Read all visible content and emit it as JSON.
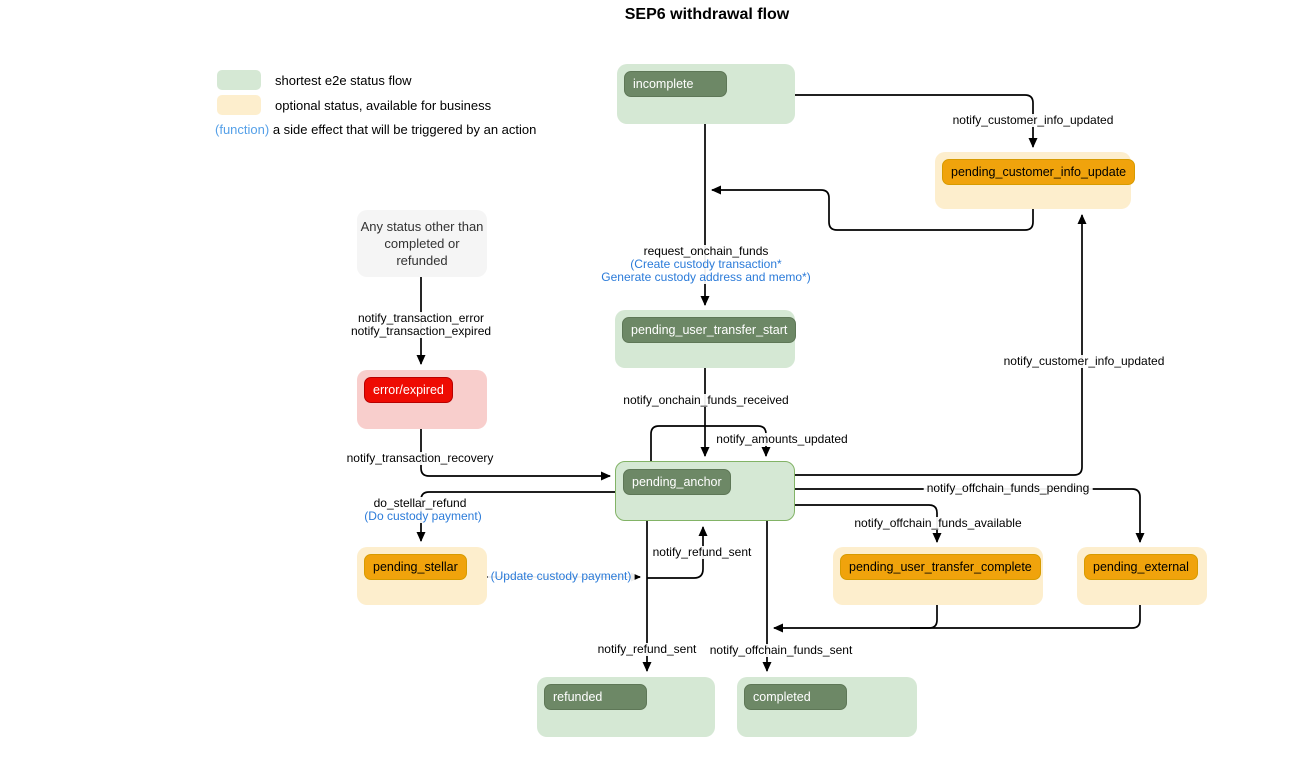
{
  "title": "SEP6 withdrawal flow",
  "legend": {
    "green_label": "shortest e2e status flow",
    "yellow_label": "optional status, available for business",
    "function_label": "(function)",
    "function_desc": " a side effect that will be triggered by an action"
  },
  "nodes": {
    "incomplete": {
      "label": "incomplete"
    },
    "pending_customer_info_update": {
      "label": "pending_customer_info_update"
    },
    "any_status": {
      "line1": "Any status other than",
      "line2": "completed or refunded"
    },
    "error_expired": {
      "label": "error/expired"
    },
    "pending_user_transfer_start": {
      "label": "pending_user_transfer_start"
    },
    "pending_anchor": {
      "label": "pending_anchor"
    },
    "pending_stellar": {
      "label": "pending_stellar"
    },
    "pending_user_transfer_complete": {
      "label": "pending_user_transfer_complete"
    },
    "pending_external": {
      "label": "pending_external"
    },
    "refunded": {
      "label": "refunded"
    },
    "completed": {
      "label": "completed"
    }
  },
  "edge_labels": {
    "notify_customer_info_updated_top": "notify_customer_info_updated",
    "request_onchain_funds": "request_onchain_funds",
    "create_custody_transaction": "(Create custody transaction*",
    "generate_custody_address": "Generate custody address and memo*)",
    "notify_transaction_error": "notify_transaction_error",
    "notify_transaction_expired": "notify_transaction_expired",
    "notify_onchain_funds_received": "notify_onchain_funds_received",
    "notify_amounts_updated": "notify_amounts_updated",
    "notify_customer_info_updated_right": "notify_customer_info_updated",
    "notify_transaction_recovery": "notify_transaction_recovery",
    "do_stellar_refund": "do_stellar_refund",
    "do_custody_payment": "(Do custody payment)",
    "update_custody_payment": "(Update custody payment)",
    "notify_refund_sent_mid": "notify_refund_sent",
    "notify_offchain_funds_pending": "notify_offchain_funds_pending",
    "notify_offchain_funds_available": "notify_offchain_funds_available",
    "notify_refund_sent_bottom": "notify_refund_sent",
    "notify_offchain_funds_sent": "notify_offchain_funds_sent"
  },
  "colors": {
    "green_outer": "#d5e8d4",
    "green_inner": "#6d8866",
    "green_border": "#82b366",
    "yellow_outer": "#fdeecd",
    "orange_inner": "#f0a30c",
    "orange_border": "#d79b00",
    "red_outer": "#f8cecc",
    "red_inner": "#ee0b03",
    "gray_box": "#f5f5f5",
    "function_blue": "#2b7bd9",
    "legend_blue": "#55a0e8",
    "edge_color": "#000000"
  }
}
